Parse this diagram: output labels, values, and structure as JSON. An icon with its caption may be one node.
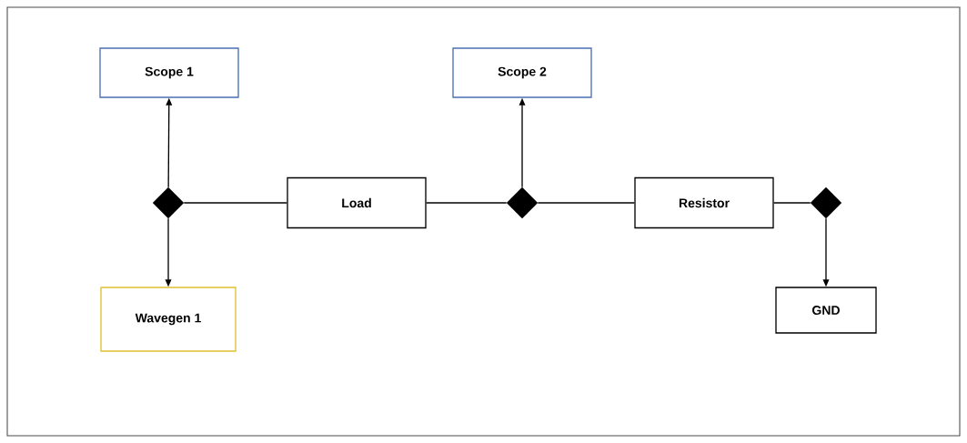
{
  "diagram": {
    "nodes": [
      {
        "text": [
          "Scope 1"
        ]
      },
      {
        "text": [
          "Scope 2"
        ]
      },
      {
        "text": [],
        "shape": "diamond"
      },
      {
        "text": [
          "Load"
        ]
      },
      {
        "text": [],
        "shape": "diamond"
      },
      {
        "text": [
          "Resistor"
        ]
      },
      {
        "text": [],
        "shape": "diamond"
      },
      {
        "text": [
          "Wavegen 1"
        ]
      },
      {
        "text": [
          "GND"
        ]
      }
    ],
    "edges": [
      {
        "from": 2,
        "to": 0,
        "arrow": "to"
      },
      {
        "from": 2,
        "to": 7,
        "arrow": "to"
      },
      {
        "from": 2,
        "to": 3,
        "arrow": "none"
      },
      {
        "from": 3,
        "to": 4,
        "arrow": "none"
      },
      {
        "from": 4,
        "to": 1,
        "arrow": "to"
      },
      {
        "from": 4,
        "to": 5,
        "arrow": "none"
      },
      {
        "from": 5,
        "to": 6,
        "arrow": "none"
      },
      {
        "from": 6,
        "to": 8,
        "arrow": "to"
      }
    ]
  }
}
